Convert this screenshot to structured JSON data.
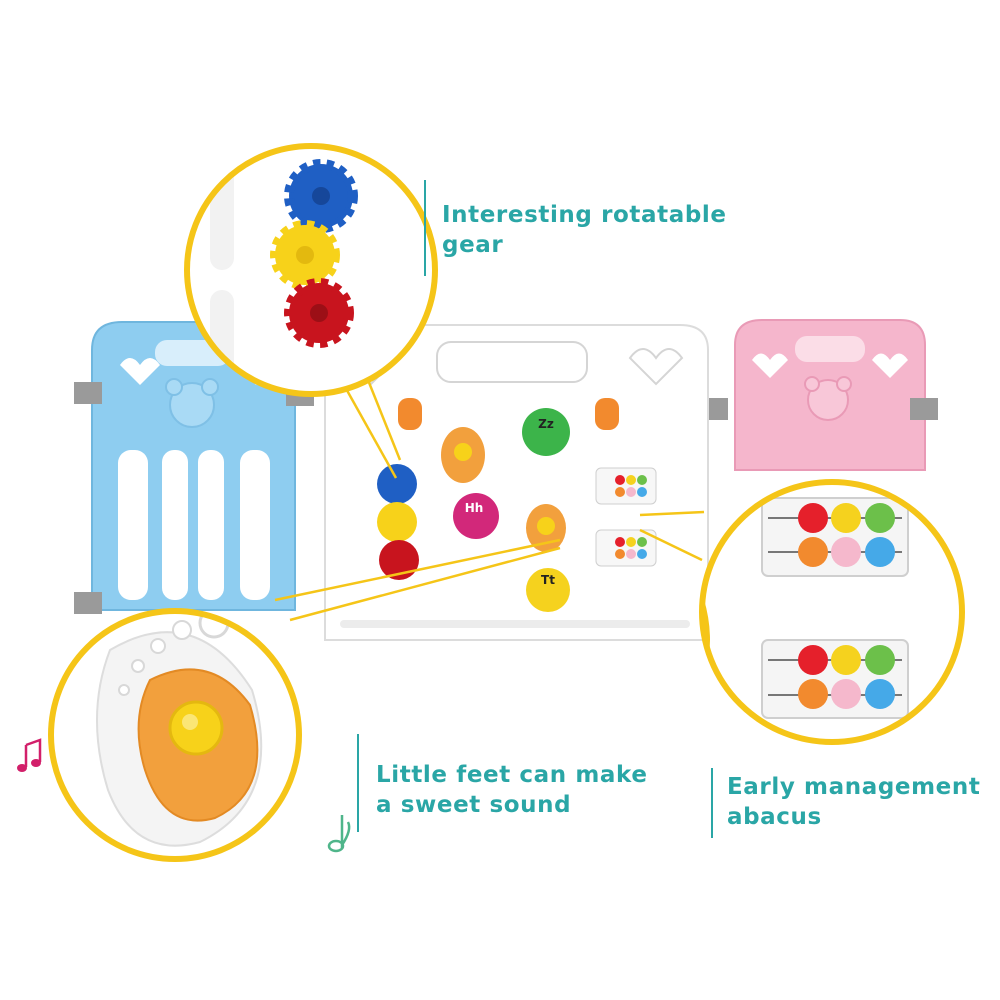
{
  "captions": {
    "gear": [
      "Interesting rotatable",
      "gear"
    ],
    "feet": [
      "Little feet can make",
      "a sweet sound"
    ],
    "abacus": [
      "Early management",
      "abacus"
    ]
  },
  "board": {
    "letter_z": "Zz",
    "letter_h": "Hh",
    "letter_t": "Tt"
  },
  "icons": [
    "music-note-icon",
    "bear-face-icon",
    "heart-icon",
    "gear-icon",
    "footprint-icon",
    "abacus-icon"
  ],
  "colors": {
    "caption_teal": "#2aa6a6",
    "callout_yellow": "#f5c518",
    "panel_blue": "#8ecdf0",
    "panel_pink": "#f5b6cc",
    "gear_blue": "#1f5fc4",
    "gear_yellow": "#f7d21a",
    "gear_red": "#c8141e",
    "button_orange": "#f2a03d"
  },
  "abacus_rows": [
    [
      "#e5202b",
      "#f5d21e",
      "#6cc04a"
    ],
    [
      "#f28a2e",
      "#f5b8cc",
      "#45a9e8"
    ]
  ]
}
